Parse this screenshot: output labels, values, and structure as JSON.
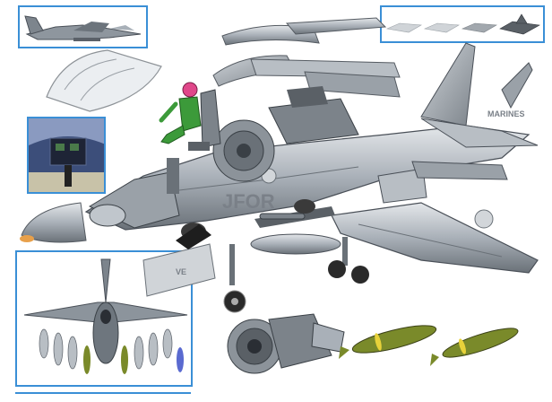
{
  "fuselage_marking": "MARINES",
  "side_marking": "VE",
  "unit_code": "JFOR",
  "colors": {
    "inset_border": "#3a8fd6",
    "metal_light": "#d7dbe0",
    "metal_mid": "#a9b0b8",
    "metal_dark": "#555b62",
    "pilot_green": "#3c9a3a",
    "helmet_pink": "#e0478a",
    "bomb_olive": "#7a8a2a",
    "bomb_yellow": "#e8d23a",
    "cockpit_blue": "#3c4e7a"
  },
  "icons": [
    "aircraft-side-view",
    "canopy",
    "cockpit-view",
    "pilot-figure",
    "ejection-seat",
    "engine",
    "wing",
    "landing-gear",
    "bomb",
    "missile",
    "drop-tank",
    "rudder",
    "exhaust-nozzle"
  ]
}
